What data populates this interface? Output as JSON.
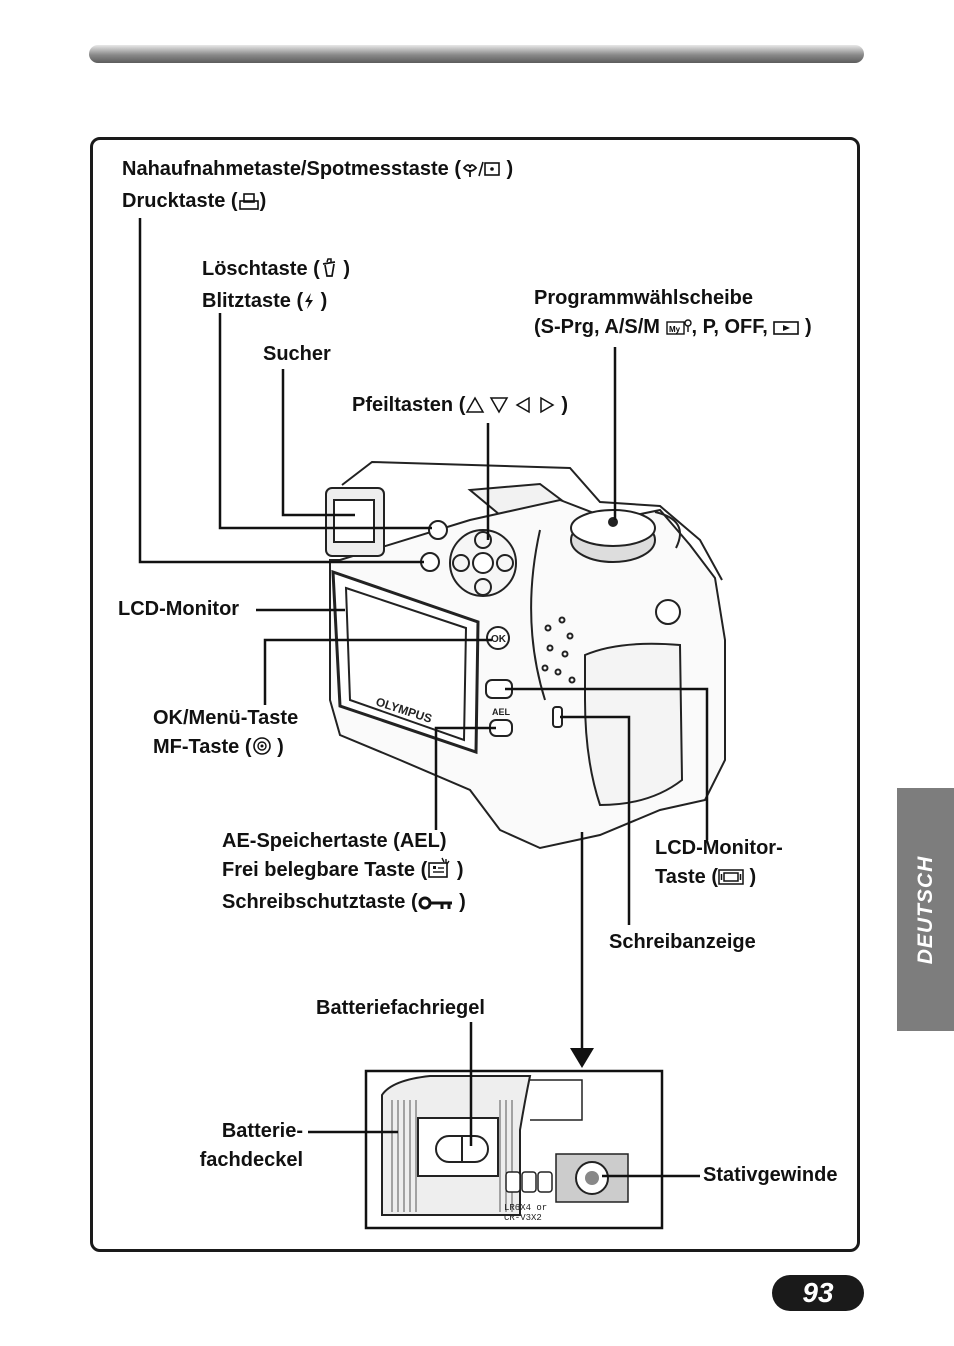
{
  "labels": {
    "macro": "Nahaufnahmetaste/Spotmesstaste (",
    "macro_close": " )",
    "print": "Drucktaste (",
    "print_close": ")",
    "erase": "Löschtaste (",
    "erase_close": " )",
    "flash": "Blitztaste (",
    "flash_close": " )",
    "viewfinder": "Sucher",
    "mode_dial_1": "Programmwählscheibe",
    "mode_dial_2a": "(S-Prg, A/S/M",
    "mode_dial_2b": ", P, OFF,",
    "mode_dial_2c": " )",
    "arrows": "Pfeiltasten (",
    "arrows_close": ")",
    "lcd": "LCD-Monitor",
    "ok_1": "OK/Menü-Taste",
    "ok_2": "MF-Taste (",
    "ok_2_close": " )",
    "ael_1": "AE-Speichertaste (AEL)",
    "ael_2": "Frei belegbare Taste (",
    "ael_2_close": " )",
    "ael_3": "Schreibschutztaste (",
    "ael_3_close": " )",
    "lcd_button_1": "LCD-Monitor-",
    "lcd_button_2": "Taste (",
    "lcd_button_2_close": " )",
    "write_indicator": "Schreibanzeige",
    "battery_lock": "Batteriefachriegel",
    "battery_cover_1": "Batterie-",
    "battery_cover_2": "fachdeckel",
    "tripod": "Stativgewinde"
  },
  "camera": {
    "brand": "OLYMPUS",
    "ok_text": "OK",
    "ael_text": "AEL",
    "battery_text_1": "LR6X4 or",
    "battery_text_2": "CR-V3X2"
  },
  "side_tab": "DEUTSCH",
  "page_number": "93"
}
